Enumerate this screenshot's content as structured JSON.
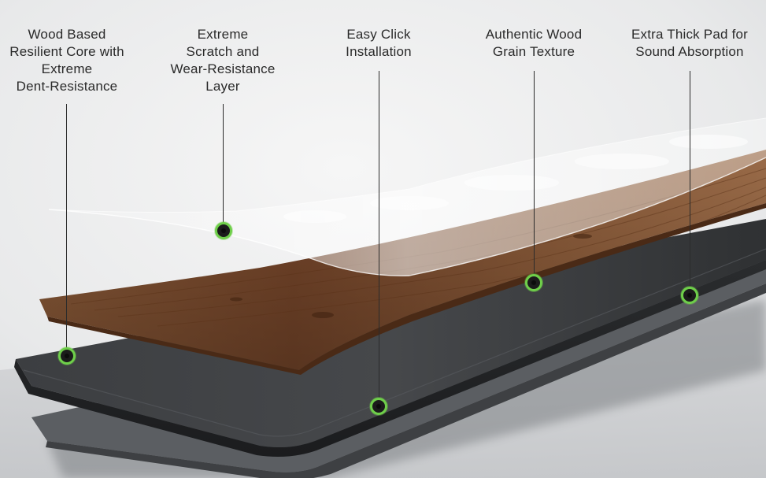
{
  "callouts": [
    {
      "id": "core",
      "lines": [
        "Wood Based",
        "Resilient Core with",
        "Extreme",
        "Dent-Resistance"
      ]
    },
    {
      "id": "wear",
      "lines": [
        "Extreme",
        "Scratch and",
        "Wear-Resistance",
        "Layer"
      ]
    },
    {
      "id": "click",
      "lines": [
        "Easy Click",
        "Installation"
      ]
    },
    {
      "id": "grain",
      "lines": [
        "Authentic Wood",
        "Grain Texture"
      ]
    },
    {
      "id": "pad",
      "lines": [
        "Extra Thick Pad for",
        "Sound Absorption"
      ]
    }
  ],
  "colors": {
    "marker_ring": "#6fcf4a",
    "marker_fill": "#1b1b1b",
    "leader_line": "#2b2b2b",
    "label_text": "#2a2a2a",
    "wood": "#7a4b2c",
    "core": "#3a3c3e",
    "background": "#e9eaeb"
  }
}
